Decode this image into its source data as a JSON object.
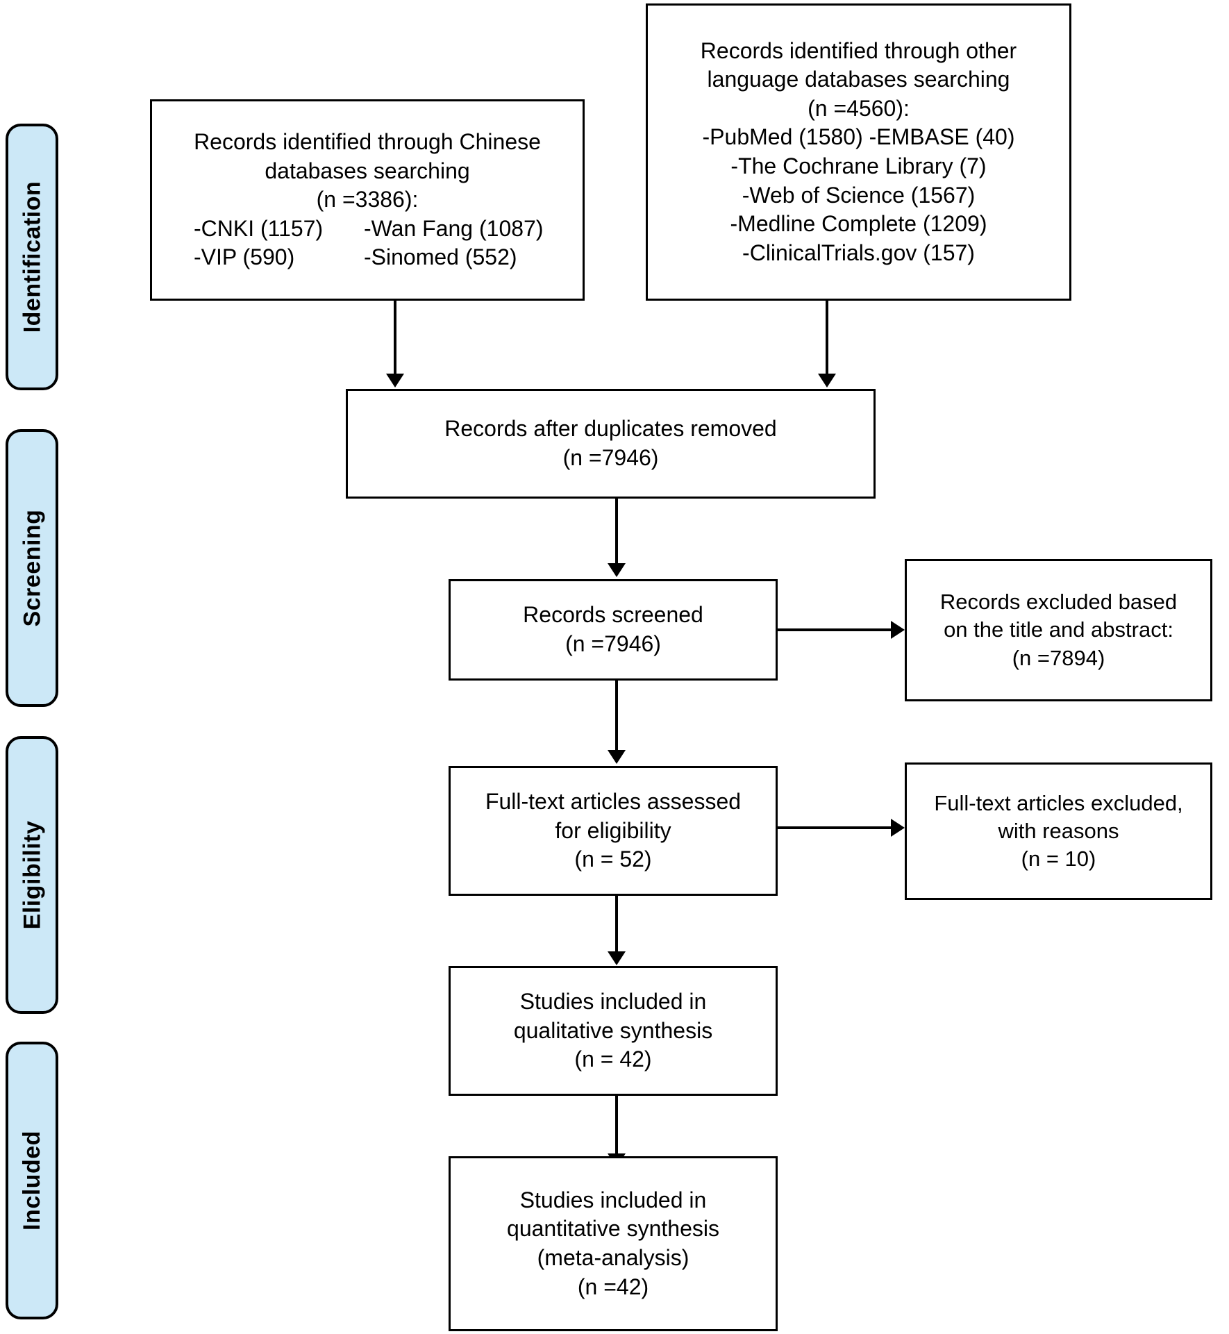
{
  "diagram": {
    "title": "PRISMA flow diagram",
    "accent_color": "#cce8f7",
    "line_color": "#000000",
    "background": "#ffffff"
  },
  "stages": [
    {
      "id": "identification",
      "label": "Identification"
    },
    {
      "id": "screening",
      "label": "Screening"
    },
    {
      "id": "eligibility",
      "label": "Eligibility"
    },
    {
      "id": "included",
      "label": "Included"
    }
  ],
  "boxes": {
    "chinese_sources": {
      "line1": "Records identified through Chinese",
      "line2": "databases searching",
      "line3": "(n =3386):",
      "row1_left": "-CNKI (1157)",
      "row1_right": "-Wan Fang (1087)",
      "row2_left": "-VIP (590)",
      "row2_right": "-Sinomed (552)"
    },
    "other_sources": {
      "line1": "Records identified through other",
      "line2": "language databases searching",
      "line3": "(n =4560):",
      "line4": "-PubMed (1580) -EMBASE (40)",
      "line5": "-The Cochrane Library (7)",
      "line6": "-Web of Science (1567)",
      "line7": "-Medline Complete (1209)",
      "line8": "-ClinicalTrials.gov (157)"
    },
    "duplicates_removed": {
      "line1": "Records after duplicates removed",
      "line2": "(n =7946)"
    },
    "records_screened": {
      "line1": "Records screened",
      "line2": "(n =7946)"
    },
    "records_excluded": {
      "line1": "Records excluded based",
      "line2": "on the title and abstract:",
      "line3": "(n =7894)"
    },
    "fulltext_assessed": {
      "line1": "Full-text articles assessed",
      "line2": "for eligibility",
      "line3": "(n = 52)"
    },
    "fulltext_excluded": {
      "line1": "Full-text articles excluded,",
      "line2": "with reasons",
      "line3": "(n = 10)"
    },
    "qualitative_synthesis": {
      "line1": "Studies included in",
      "line2": "qualitative synthesis",
      "line3": "(n = 42)"
    },
    "quantitative_synthesis": {
      "line1": "Studies included in",
      "line2": "quantitative synthesis",
      "line3": "(meta-analysis)",
      "line4": "(n =42)"
    }
  },
  "flow_data": {
    "identified_chinese": 3386,
    "identified_other": 4560,
    "chinese_breakdown": [
      {
        "source": "CNKI",
        "n": 1157
      },
      {
        "source": "Wan Fang",
        "n": 1087
      },
      {
        "source": "VIP",
        "n": 590
      },
      {
        "source": "Sinomed",
        "n": 552
      }
    ],
    "other_breakdown": [
      {
        "source": "PubMed",
        "n": 1580
      },
      {
        "source": "EMBASE",
        "n": 40
      },
      {
        "source": "The Cochrane Library",
        "n": 7
      },
      {
        "source": "Web of Science",
        "n": 1567
      },
      {
        "source": "Medline Complete",
        "n": 1209
      },
      {
        "source": "ClinicalTrials.gov",
        "n": 157
      }
    ],
    "after_duplicates": 7946,
    "screened": 7946,
    "excluded_title_abstract": 7894,
    "fulltext_assessed": 52,
    "fulltext_excluded": 10,
    "qualitative": 42,
    "quantitative": 42
  }
}
